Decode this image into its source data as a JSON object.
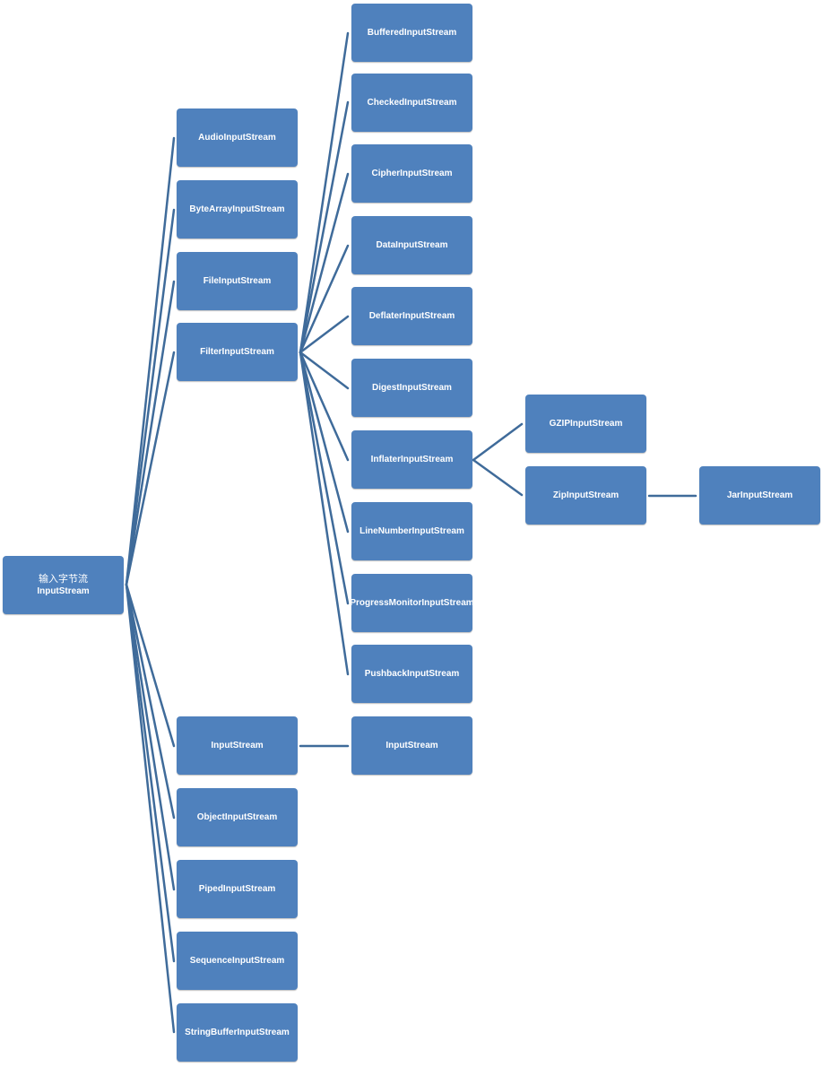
{
  "diagram": {
    "root": {
      "title_zh": "输入字节流",
      "title_en": "InputStream"
    },
    "level1": [
      "AudioInputStream",
      "ByteArrayInputStream",
      "FileInputStream",
      "FilterInputStream",
      "InputStream",
      "ObjectInputStream",
      "PipedInputStream",
      "SequenceInputStream",
      "StringBufferInputStream"
    ],
    "filter_children": [
      "BufferedInputStream",
      "CheckedInputStream",
      "CipherInputStream",
      "DataInputStream",
      "DeflaterInputStream",
      "DigestInputStream",
      "InflaterInputStream",
      "LineNumberInputStream",
      "ProgressMonitorInputStream",
      "PushbackInputStream"
    ],
    "inputstream_child": "InputStream",
    "inflater_children": [
      "GZIPInputStream",
      "ZipInputStream"
    ],
    "zip_child": "JarInputStream",
    "colors": {
      "node_fill": "#4f81bd",
      "edge": "#3f6b9a",
      "text": "#ffffff"
    }
  }
}
